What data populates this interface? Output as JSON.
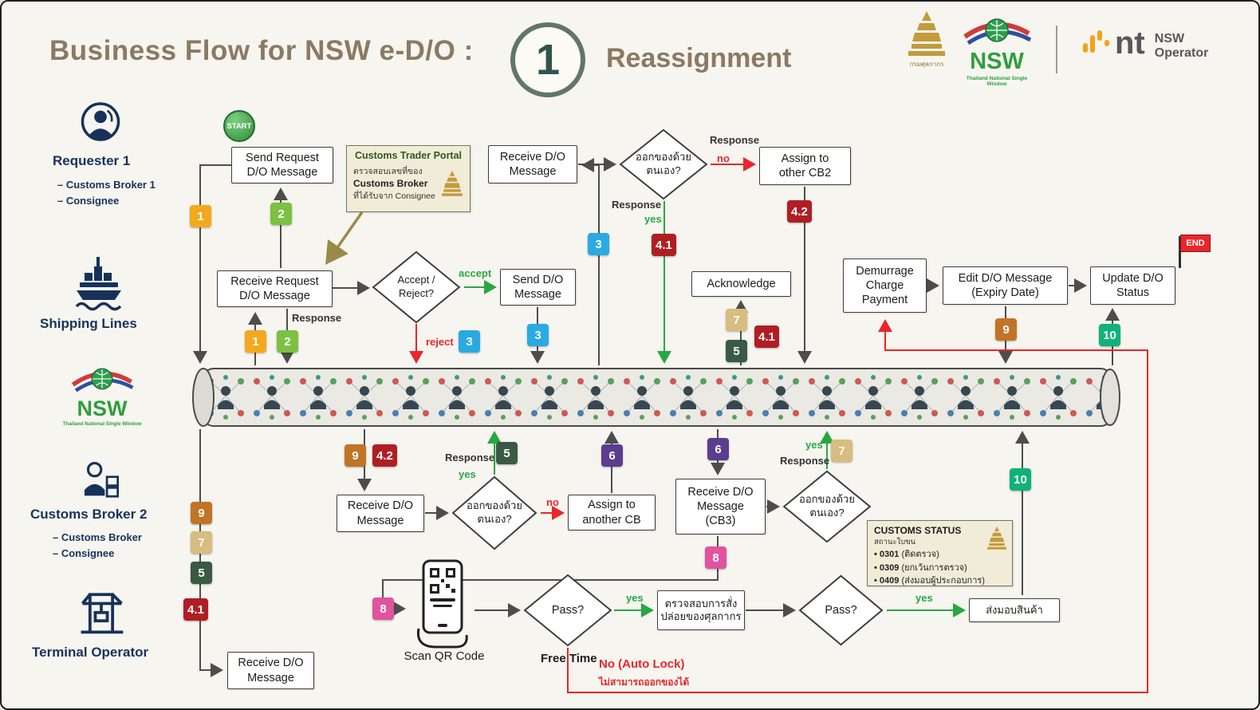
{
  "header": {
    "title": "Business Flow for NSW e-D/O :",
    "step_number": "1",
    "subtitle": "Reassignment",
    "customs_dept_caption": "กรมศุลกากร",
    "nsw_logo_text": "NSW",
    "nsw_logo_caption": "Thailand National Single Window",
    "nt_logo_text": "nt",
    "nt_operator_line1": "NSW",
    "nt_operator_line2": "Operator"
  },
  "lanes": {
    "requester": {
      "title": "Requester 1",
      "items": [
        "Customs Broker 1",
        "Consignee"
      ]
    },
    "shipping": {
      "title": "Shipping Lines"
    },
    "nsw": {
      "logo_text": "NSW",
      "caption": "Thailand National Single Window"
    },
    "broker2": {
      "title": "Customs Broker 2",
      "items": [
        "Customs Broker",
        "Consignee"
      ]
    },
    "terminal": {
      "title": "Terminal Operator"
    }
  },
  "nodes": {
    "start": "START",
    "end": "END",
    "send_request": "Send Request\nD/O Message",
    "receive_do_requester": "Receive D/O\nMessage",
    "decision_self_top": "ออกของด้วย\nตนเอง?",
    "assign_other_cb2": "Assign to\nother CB2",
    "receive_request": "Receive Request\nD/O Message",
    "decision_accept": "Accept /\nReject?",
    "send_do": "Send D/O\nMessage",
    "acknowledge": "Acknowledge",
    "demurrage": "Demurrage\nCharge\nPayment",
    "edit_do": "Edit D/O Message\n(Expiry Date)",
    "update_status": "Update D/O\nStatus",
    "receive_do_cb2": "Receive D/O\nMessage",
    "decision_self_cb2": "ออกของด้วย\nตนเอง?",
    "assign_another_cb": "Assign to\nanother CB",
    "receive_do_cb3": "Receive D/O\nMessage\n(CB3)",
    "decision_self_cb3": "ออกของด้วย\nตนเอง?",
    "receive_do_terminal": "Receive D/O\nMessage",
    "scan_qr": "Scan QR Code",
    "decision_pass1": "Pass?",
    "check_release": "ตรวจสอบการสั่ง\nปล่อยของศุลกากร",
    "decision_pass2": "Pass?",
    "deliver_goods": "ส่งมอบสินค้า"
  },
  "notes": {
    "trader_portal": {
      "title": "Customs Trader Portal",
      "line1": "ตรวจสอบเลขที่ของ",
      "line2": "Customs Broker",
      "line3": "ที่ได้รับจาก Consignee"
    },
    "customs_status": {
      "title": "CUSTOMS STATUS",
      "subtitle": "สถานะใบขน",
      "items": [
        {
          "code": "0301",
          "desc": "(ติดตรวจ)"
        },
        {
          "code": "0309",
          "desc": "(ยกเว้นการตรวจ)"
        },
        {
          "code": "0409",
          "desc": "(ส่งมอบผู้ประกอบการ)"
        }
      ]
    }
  },
  "labels": {
    "response": "Response",
    "yes": "yes",
    "no": "no",
    "accept": "accept",
    "reject": "reject",
    "free_time": "Free Time",
    "no_auto_lock": "No (Auto Lock)",
    "cannot_release": "ไม่สามารถออกของได้"
  },
  "badges": {
    "n1": "1",
    "n2": "2",
    "n3": "3",
    "n41": "4.1",
    "n42": "4.2",
    "n5": "5",
    "n6": "6",
    "n7": "7",
    "n8": "8",
    "n9": "9",
    "n10": "10"
  },
  "colors": {
    "badge_yellow": "#F2A91E",
    "badge_green": "#7CC142",
    "badge_blue": "#2BAAE1",
    "badge_dark_red": "#B01E24",
    "badge_dark_green": "#3A5A44",
    "badge_purple": "#5C3C8F",
    "badge_tan": "#D8BC80",
    "badge_pink": "#E0539F",
    "badge_brown": "#C17426",
    "badge_emerald": "#10B27A",
    "edge_yes_green": "#27A843",
    "edge_no_red": "#E8262B",
    "title_brown": "#8B7A63",
    "lane_navy": "#16325B",
    "background": "#F7F5EF"
  }
}
